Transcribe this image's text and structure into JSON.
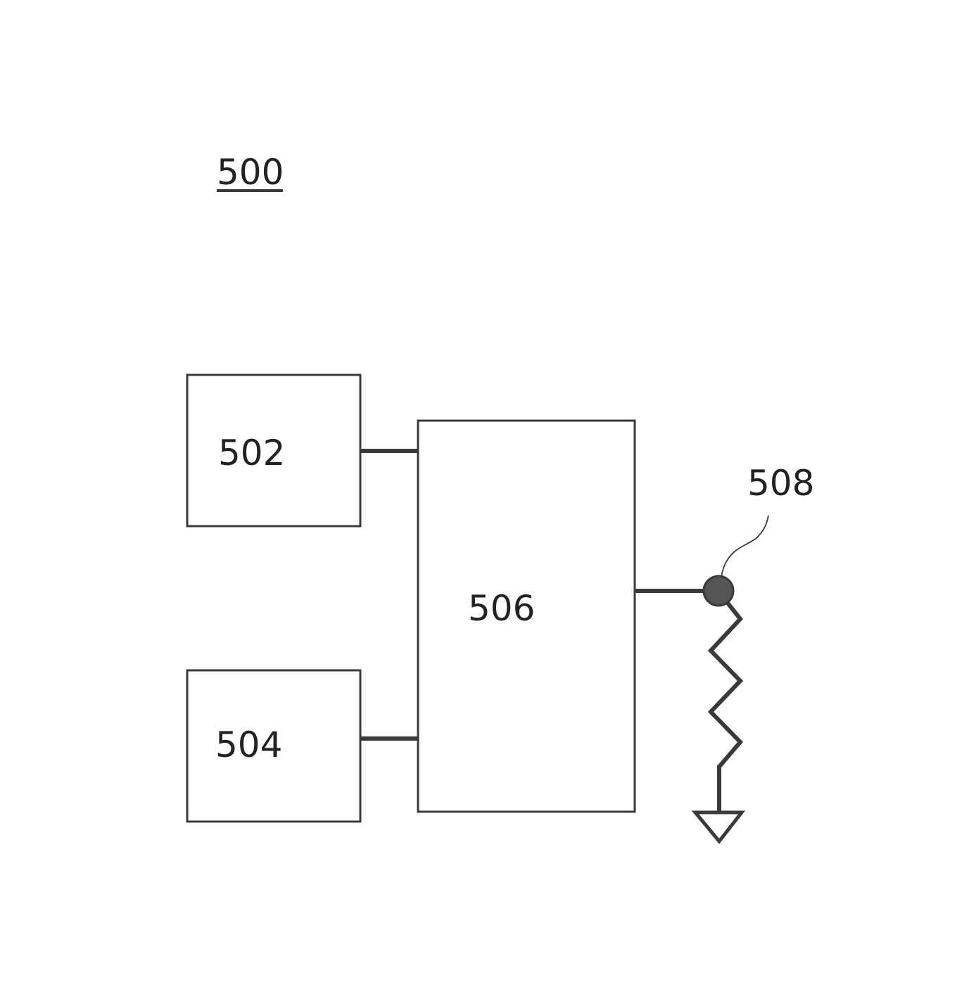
{
  "figure_label": "500",
  "blocks": [
    {
      "id": "502",
      "label": "502"
    },
    {
      "id": "504",
      "label": "504"
    },
    {
      "id": "506",
      "label": "506"
    }
  ],
  "node": {
    "label": "508"
  },
  "colors": {
    "line": "#3a3a3a",
    "node_fill": "#555555",
    "text": "#222222"
  }
}
